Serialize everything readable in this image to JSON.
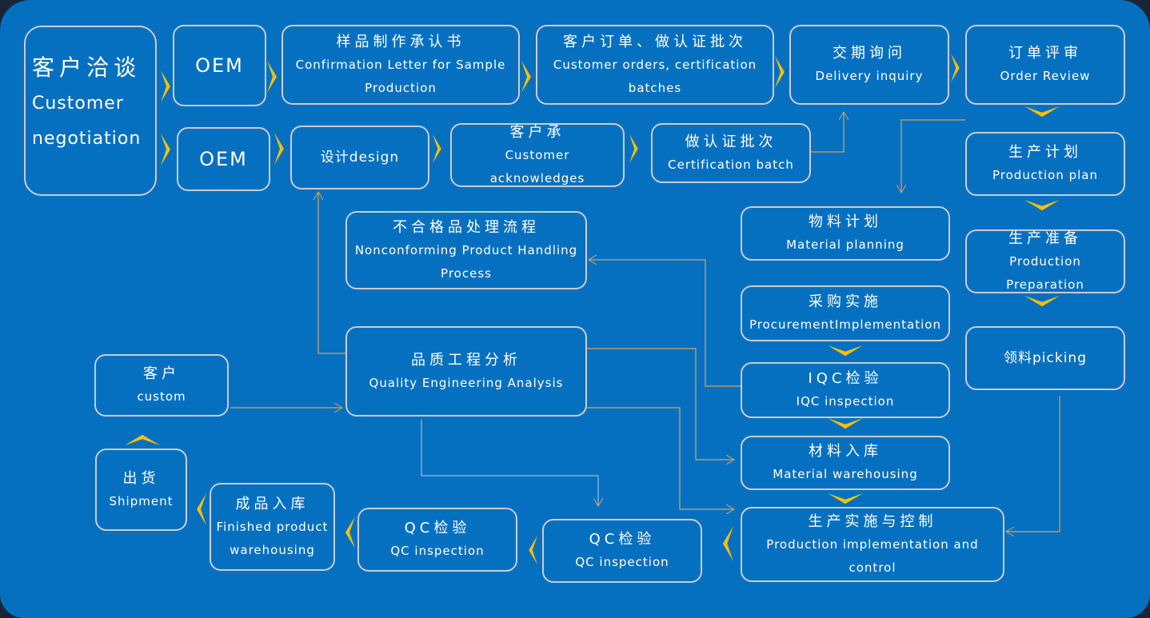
{
  "colors": {
    "background": "#0670c0",
    "arrow": "#ffc000",
    "connector": "#d6a45a",
    "border": "#c9ccd0"
  },
  "nodes": {
    "negotiation": {
      "zh": "客户洽谈",
      "en1": "Customer",
      "en2": "negotiation"
    },
    "oem_top": {
      "label": "OEM"
    },
    "oem_bottom": {
      "label": "OEM"
    },
    "sample_letter": {
      "zh": "样品制作承认书",
      "en": "Confirmation Letter for Sample Production"
    },
    "customer_orders": {
      "zh": "客户订单、做认证批次",
      "en": "Customer orders, certification batches"
    },
    "delivery_inquiry": {
      "zh": "交期询问",
      "en": "Delivery inquiry"
    },
    "order_review": {
      "zh": "订单评审",
      "en": "Order Review"
    },
    "design": {
      "label": "设计design"
    },
    "customer_ack": {
      "zh": "客户承",
      "en": "Customer acknowledges"
    },
    "cert_batch": {
      "zh": "做认证批次",
      "en": "Certification batch"
    },
    "production_plan": {
      "zh": "生产计划",
      "en": "Production plan"
    },
    "material_planning": {
      "zh": "物料计划",
      "en": "Material planning"
    },
    "production_prep": {
      "zh": "生产准备",
      "en": "Production Preparation"
    },
    "nonconforming": {
      "zh": "不合格品处理流程",
      "en": "Nonconforming Product Handling Process"
    },
    "procurement": {
      "zh": "采购实施",
      "en": "ProcurementImplementation"
    },
    "picking": {
      "label": "领料picking"
    },
    "quality_analysis": {
      "zh": "品质工程分析",
      "en": "Quality Engineering Analysis"
    },
    "customer": {
      "zh": "客户",
      "en": "custom"
    },
    "iqc": {
      "zh": "IQC检验",
      "en": "IQC inspection"
    },
    "material_warehousing": {
      "zh": "材料入库",
      "en": "Material warehousing"
    },
    "shipment": {
      "zh": "出货",
      "en": "Shipment"
    },
    "finished_warehousing": {
      "zh": "成品入库",
      "en": "Finished product warehousing"
    },
    "qc1": {
      "zh": "QC检验",
      "en": "QC inspection"
    },
    "qc2": {
      "zh": "QC检验",
      "en": "QC inspection"
    },
    "production_control": {
      "zh": "生产实施与控制",
      "en": "Production implementation and control"
    }
  }
}
